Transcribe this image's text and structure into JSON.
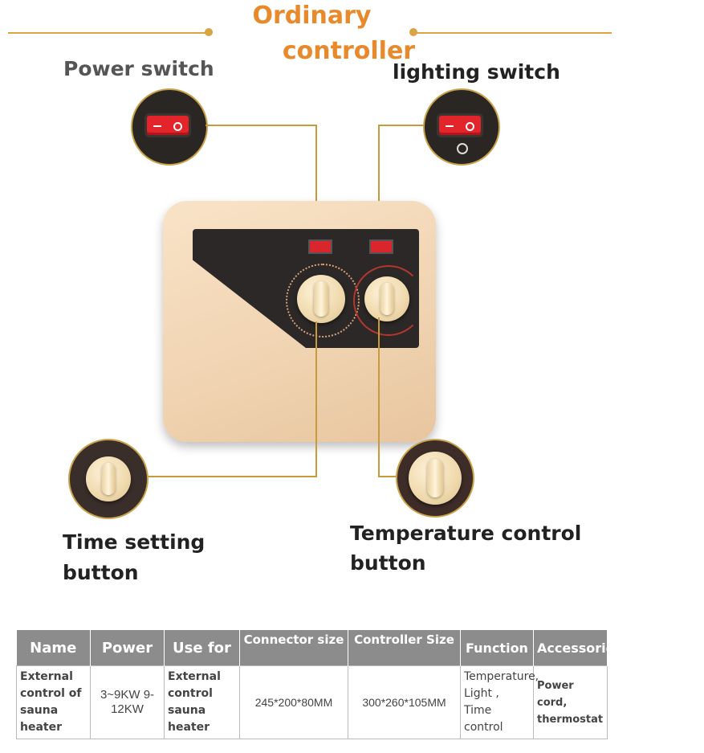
{
  "header": {
    "title_line1": "Ordinary",
    "title_line2": "controller"
  },
  "labels": {
    "power_switch": "Power switch",
    "lighting_switch": "lighting switch",
    "time_setting_line1": "Time setting",
    "time_setting_line2": "button",
    "temperature_line1": "Temperature control",
    "temperature_line2": "button"
  },
  "colors": {
    "accent": "#e8892c",
    "line": "#d9a441",
    "switch_red": "#e3242b",
    "panel": "#2b2827",
    "device_body": "#f0d3b1",
    "table_header": "#8c8c8c"
  },
  "table": {
    "headers": [
      "Name",
      "Power",
      "Use for",
      "Connector size",
      "Controller Size",
      "Function",
      "Accessories"
    ],
    "row": {
      "name": "External control of sauna heater",
      "power": "3~9KW 9-12KW",
      "use_for": "External control sauna heater",
      "connector_size": "245*200*80MM",
      "controller_size": "300*260*105MM",
      "function": "Temperature, Light , Time control",
      "accessories": "Power cord, thermostat"
    }
  }
}
